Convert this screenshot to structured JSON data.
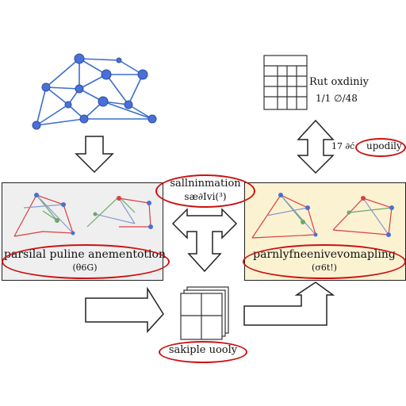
{
  "top_right": {
    "line1": "Rut oxdiniy",
    "line2": "1/1 ∅/48"
  },
  "update_label": {
    "prefix": "17 ∂ć",
    "circled": "upodily"
  },
  "center_top": {
    "line1": "sallninmation",
    "line2": "sæ∂Ivi(³)"
  },
  "left_panel": {
    "line1": "parsilal puline anementotion",
    "line2": "(θ6G)"
  },
  "right_panel": {
    "line1": "parnlyfneenivevomapling",
    "line2": "(σ6t!)"
  },
  "bottom_label": "sakiple uooly",
  "colors": {
    "highlight_ellipse": "#cc1111",
    "node_blue": "#4a6fd6",
    "left_panel_bg": "#efefef",
    "right_panel_bg": "#fbf2d2"
  }
}
